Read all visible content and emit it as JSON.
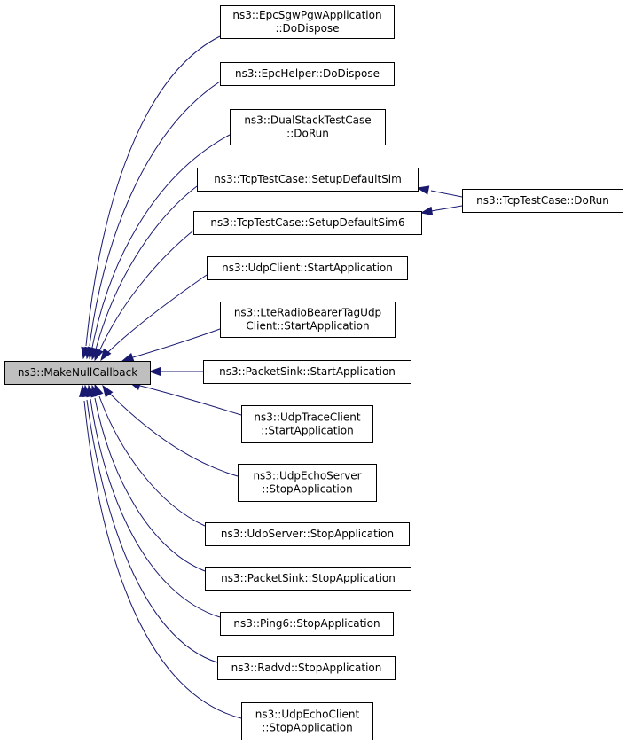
{
  "diagram": {
    "type": "caller-graph",
    "root": {
      "id": "root",
      "lines": [
        "ns3::MakeNullCallback"
      ]
    },
    "nodes": [
      {
        "id": "n1",
        "lines": [
          "ns3::EpcSgwPgwApplication",
          "::DoDispose"
        ]
      },
      {
        "id": "n2",
        "lines": [
          "ns3::EpcHelper::DoDispose"
        ]
      },
      {
        "id": "n3",
        "lines": [
          "ns3::DualStackTestCase",
          "::DoRun"
        ]
      },
      {
        "id": "n4",
        "lines": [
          "ns3::TcpTestCase::SetupDefaultSim"
        ]
      },
      {
        "id": "n5",
        "lines": [
          "ns3::TcpTestCase::SetupDefaultSim6"
        ]
      },
      {
        "id": "n6",
        "lines": [
          "ns3::UdpClient::StartApplication"
        ]
      },
      {
        "id": "n7",
        "lines": [
          "ns3::LteRadioBearerTagUdp",
          "Client::StartApplication"
        ]
      },
      {
        "id": "n8",
        "lines": [
          "ns3::PacketSink::StartApplication"
        ]
      },
      {
        "id": "n9",
        "lines": [
          "ns3::UdpTraceClient",
          "::StartApplication"
        ]
      },
      {
        "id": "n10",
        "lines": [
          "ns3::UdpEchoServer",
          "::StopApplication"
        ]
      },
      {
        "id": "n11",
        "lines": [
          "ns3::UdpServer::StopApplication"
        ]
      },
      {
        "id": "n12",
        "lines": [
          "ns3::PacketSink::StopApplication"
        ]
      },
      {
        "id": "n13",
        "lines": [
          "ns3::Ping6::StopApplication"
        ]
      },
      {
        "id": "n14",
        "lines": [
          "ns3::Radvd::StopApplication"
        ]
      },
      {
        "id": "n15",
        "lines": [
          "ns3::UdpEchoClient",
          "::StopApplication"
        ]
      },
      {
        "id": "n16",
        "lines": [
          "ns3::TcpTestCase::DoRun"
        ]
      }
    ],
    "edges": [
      {
        "from": "n1",
        "to": "root"
      },
      {
        "from": "n2",
        "to": "root"
      },
      {
        "from": "n3",
        "to": "root"
      },
      {
        "from": "n4",
        "to": "root"
      },
      {
        "from": "n5",
        "to": "root"
      },
      {
        "from": "n6",
        "to": "root"
      },
      {
        "from": "n7",
        "to": "root"
      },
      {
        "from": "n8",
        "to": "root"
      },
      {
        "from": "n9",
        "to": "root"
      },
      {
        "from": "n10",
        "to": "root"
      },
      {
        "from": "n11",
        "to": "root"
      },
      {
        "from": "n12",
        "to": "root"
      },
      {
        "from": "n13",
        "to": "root"
      },
      {
        "from": "n14",
        "to": "root"
      },
      {
        "from": "n15",
        "to": "root"
      },
      {
        "from": "n16",
        "to": "n4"
      },
      {
        "from": "n16",
        "to": "n5"
      }
    ],
    "colors": {
      "edge": "#191970",
      "root_fill": "#bfbfbf",
      "node_fill": "#ffffff",
      "border": "#000000"
    }
  }
}
